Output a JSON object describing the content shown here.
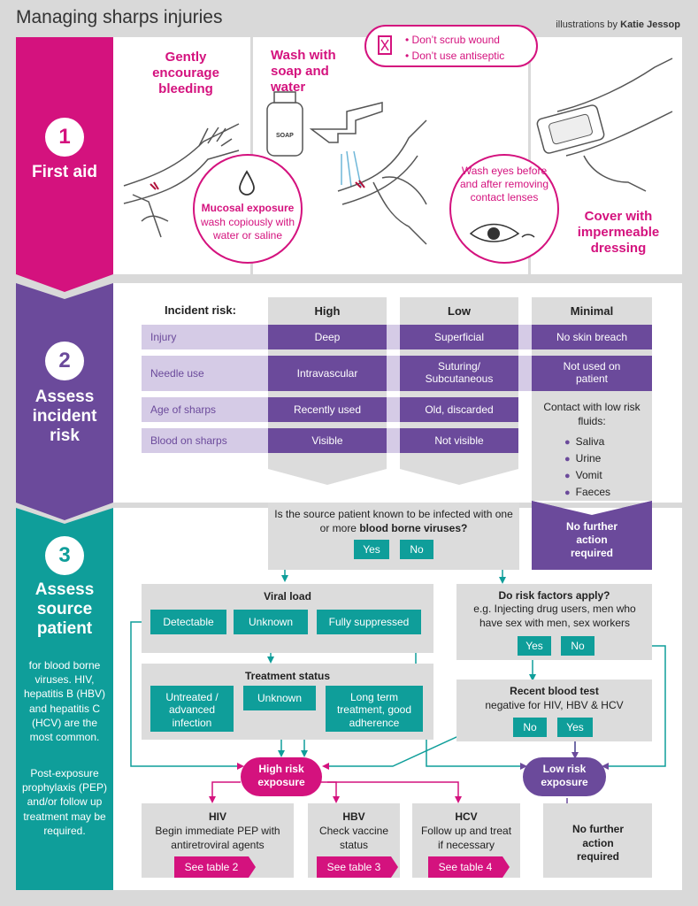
{
  "title": "Managing sharps injuries",
  "credit_prefix": "illustrations by",
  "credit_name": "Katie Jessop",
  "step1": {
    "num": "1",
    "label": "First aid",
    "encourage": "Gently encourage bleeding",
    "wash": "Wash with soap and water",
    "donts": [
      "Don’t scrub wound",
      "Don’t use antiseptic"
    ],
    "mucosal_title": "Mucosal exposure",
    "mucosal_text": "wash copiously with water or saline",
    "eyes": "Wash eyes before and after removing contact lenses",
    "cover": "Cover with impermeable dressing",
    "soap_label": "SOAP"
  },
  "step2": {
    "num": "2",
    "label": "Assess incident risk",
    "risk_header": "Incident risk:",
    "cols": [
      "High",
      "Low",
      "Minimal"
    ],
    "rows": [
      {
        "label": "Injury",
        "high": "Deep",
        "low": "Superficial",
        "minimal": "No skin breach"
      },
      {
        "label": "Needle use",
        "high": "Intravascular",
        "low": "Suturing/ Subcutaneous",
        "minimal": "Not used on patient"
      },
      {
        "label": "Age of sharps",
        "high": "Recently used",
        "low": "Old, discarded"
      },
      {
        "label": "Blood on sharps",
        "high": "Visible",
        "low": "Not visible"
      }
    ],
    "lowrisk_fluids_title": "Contact with low risk fluids:",
    "fluids": [
      "Saliva",
      "Urine",
      "Vomit",
      "Faeces"
    ],
    "no_further": "No further action required"
  },
  "step3": {
    "num": "3",
    "label": "Assess source patient",
    "desc1": "for blood borne viruses. HIV, hepatitis B (HBV) and hepatitis C (HCV) are the most common.",
    "desc2": "Post-exposure prophylaxis (PEP) and/or follow up treatment may be required.",
    "question_a": "Is the source patient known to be infected with one or more",
    "question_b": "blood borne viruses?",
    "yes": "Yes",
    "no": "No",
    "viral_load": "Viral load",
    "vl_options": [
      "Detectable",
      "Unknown",
      "Fully suppressed"
    ],
    "treatment_status": "Treatment status",
    "ts_options": [
      "Untreated / advanced infection",
      "Unknown",
      "Long term treatment, good adherence"
    ],
    "risk_factors_title": "Do risk factors apply?",
    "risk_factors_text": "e.g. Injecting drug users, men who have sex with men, sex workers",
    "blood_test_title": "Recent blood test",
    "blood_test_text": "negative for HIV, HBV & HCV",
    "high_risk": "High risk exposure",
    "low_risk": "Low risk exposure",
    "hiv_title": "HIV",
    "hiv_text": "Begin immediate PEP with antiretroviral agents",
    "hiv_table": "See table 2",
    "hbv_title": "HBV",
    "hbv_text": "Check vaccine status",
    "hbv_table": "See table 3",
    "hcv_title": "HCV",
    "hcv_text": "Follow up and treat if necessary",
    "hcv_table": "See table 4",
    "no_further": "No further action required"
  },
  "colors": {
    "magenta": "#d4127e",
    "purple": "#6b4a9b",
    "teal": "#0f9e9a",
    "lavender": "#d5cbe6"
  }
}
